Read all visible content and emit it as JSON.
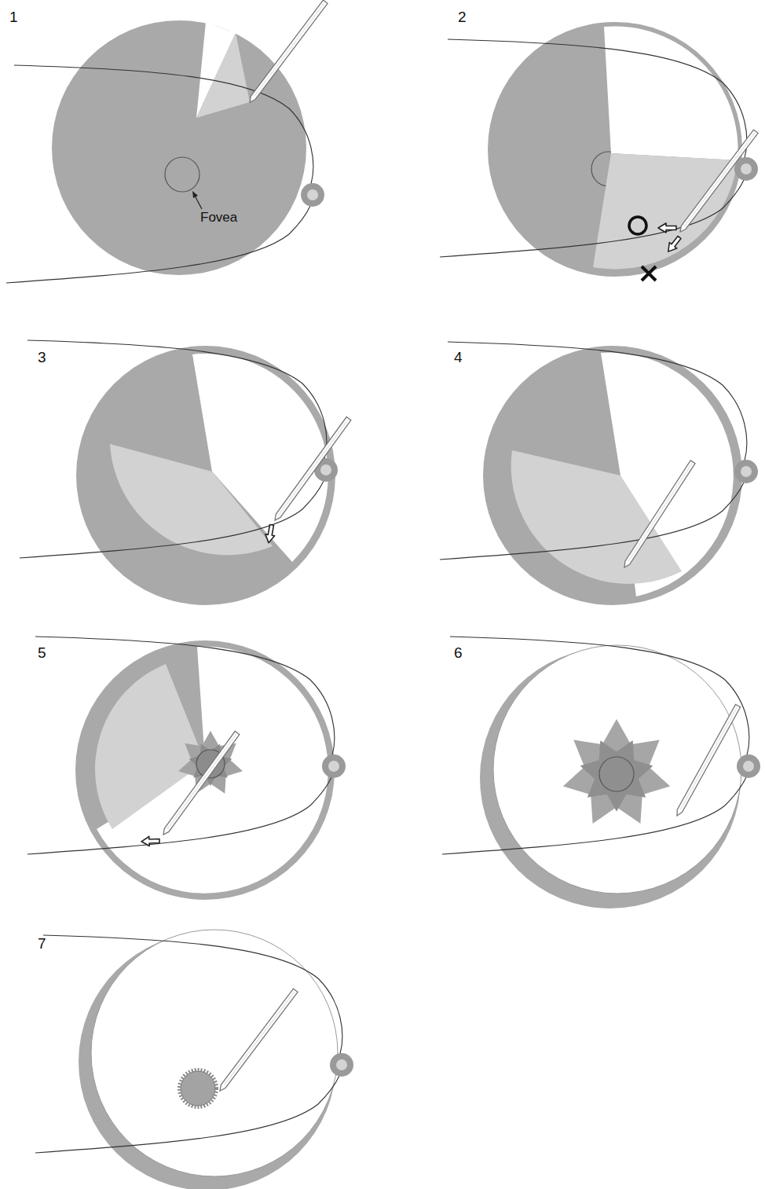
{
  "diagram": {
    "labels": [
      "1",
      "2",
      "3",
      "4",
      "5",
      "6",
      "7",
      "Fovea"
    ]
  }
}
